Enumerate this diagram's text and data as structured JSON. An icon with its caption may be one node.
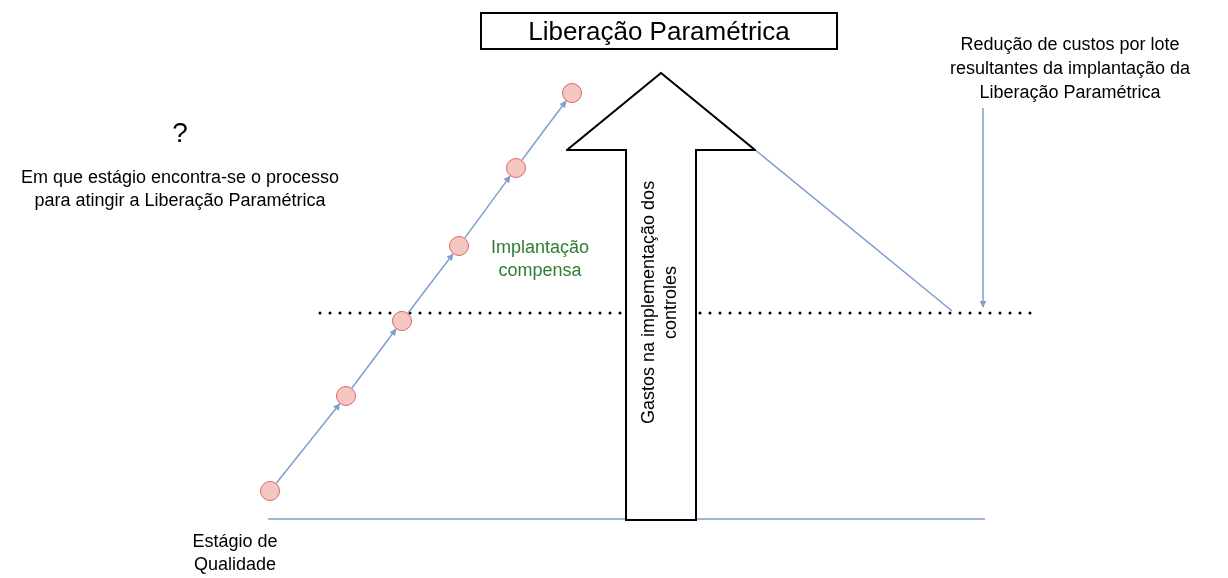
{
  "diagram": {
    "nodes": [
      {
        "text": [
          "Liberação Paramétrica"
        ]
      },
      {
        "text": [
          "Gastos na implementação dos controles"
        ]
      },
      {
        "text": [],
        "shape": "circle"
      },
      {
        "text": [],
        "shape": "circle"
      },
      {
        "text": [],
        "shape": "circle"
      },
      {
        "text": [],
        "shape": "circle"
      },
      {
        "text": [],
        "shape": "circle"
      },
      {
        "text": [],
        "shape": "circle"
      },
      {
        "text": [
          "Redução de custos por lote resultantes da implantação da Liberação Paramétrica"
        ]
      }
    ],
    "edges": [
      {
        "from": 2,
        "to": 3,
        "arrow": "to"
      },
      {
        "from": 3,
        "to": 4,
        "arrow": "to"
      },
      {
        "from": 4,
        "to": 5,
        "arrow": "to"
      },
      {
        "from": 5,
        "to": 6,
        "arrow": "to"
      },
      {
        "from": 6,
        "to": 7,
        "arrow": "to"
      },
      {
        "from": 8,
        "to": null,
        "arrow": "to"
      }
    ],
    "labels": [
      "?",
      "Em que estágio encontra-se o processo para atingir a Liberação Paramétrica",
      "Implantação compensa",
      "Estágio de Qualidade"
    ]
  }
}
